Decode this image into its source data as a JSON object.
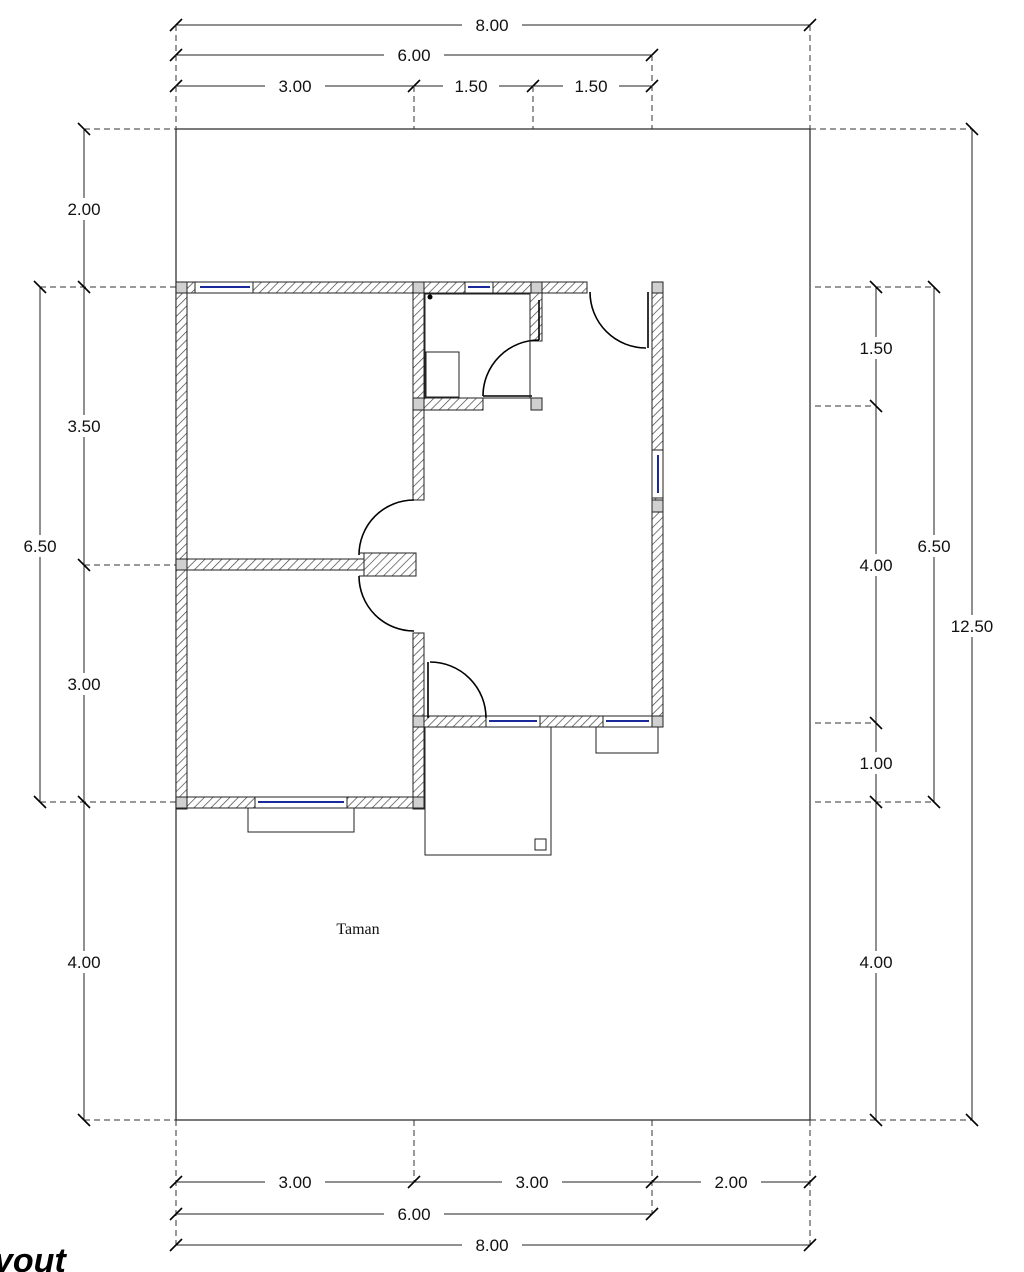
{
  "drawing": {
    "top_dimensions": {
      "overall": "8.00",
      "house": "6.00",
      "seg1": "3.00",
      "seg2": "1.50",
      "seg3": "1.50"
    },
    "bottom_dimensions": {
      "seg1": "3.00",
      "seg2": "3.00",
      "seg3": "2.00",
      "house": "6.00",
      "overall": "8.00"
    },
    "left_dimensions": {
      "front_yard": "2.00",
      "room_a": "3.50",
      "room_b": "3.00",
      "house": "6.50",
      "back_yard": "4.00"
    },
    "right_dimensions": {
      "seg1": "1.50",
      "seg2": "4.00",
      "seg3": "1.00",
      "house": "6.50",
      "back_yard": "4.00",
      "overall": "12.50"
    },
    "labels": {
      "garden": "Taman",
      "layout_fragment": "yout"
    }
  },
  "colors": {
    "line": "#222222",
    "window": "#1a2a9a",
    "background": "#ffffff"
  }
}
